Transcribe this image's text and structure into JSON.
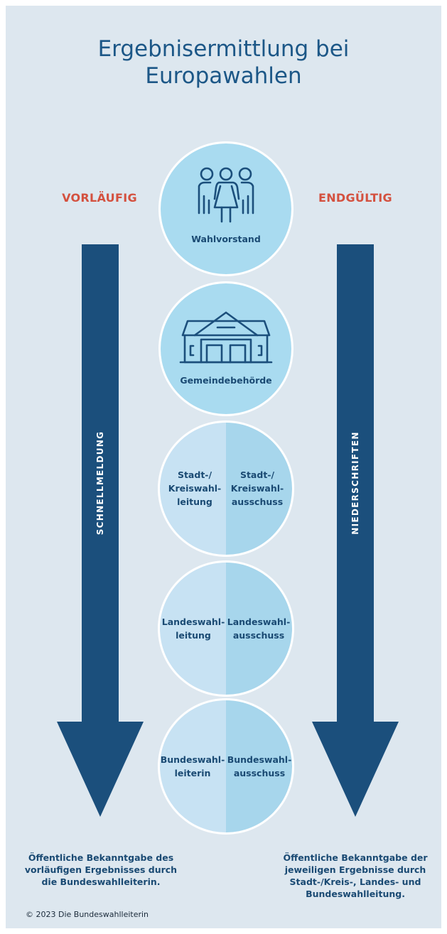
{
  "title_line1": "Ergebnisermittlung bei",
  "title_line2": "Europawahlen",
  "left_heading": "VORLÄUFIG",
  "right_heading": "ENDGÜLTIG",
  "left_arrow_label": "SCHNELLMELDUNG",
  "right_arrow_label": "NIEDERSCHRIFTEN",
  "circles": {
    "wahlvorstand": {
      "label": "Wahlvorstand",
      "icon": "people-icon"
    },
    "gemeinde": {
      "label": "Gemeindebehörde",
      "icon": "building-icon"
    },
    "kreis": {
      "left": "Stadt-/\nKreiswahl-\nleitung",
      "right": "Stadt-/\nKreiswahl-\nausschuss"
    },
    "land": {
      "left": "Landeswahl-\nleitung",
      "right": "Landeswahl-\nausschuss"
    },
    "bund": {
      "left": "Bundeswahl-\nleiterin",
      "right": "Bundeswahl-\nausschuss"
    }
  },
  "footer_left": "Öffentliche Bekanntgabe des\nvorläufigen Ergebnisses durch\ndie Bundeswahlleiterin.",
  "footer_right": "Öffentliche Bekanntgabe der\njeweiligen Ergebnisse durch\nStadt-/Kreis-, Landes- und\nBundeswahlleitung.",
  "copyright": "© 2023 Die Bundeswahlleiterin",
  "colors": {
    "background": "#dde7ef",
    "title": "#1c5787",
    "heading": "#d4513f",
    "arrow": "#1b4f7c",
    "circle_light": "#c7e2f3",
    "circle_dark": "#a7d6ec",
    "circle_single": "#a9dbf0",
    "text_dark": "#1a4a73"
  }
}
